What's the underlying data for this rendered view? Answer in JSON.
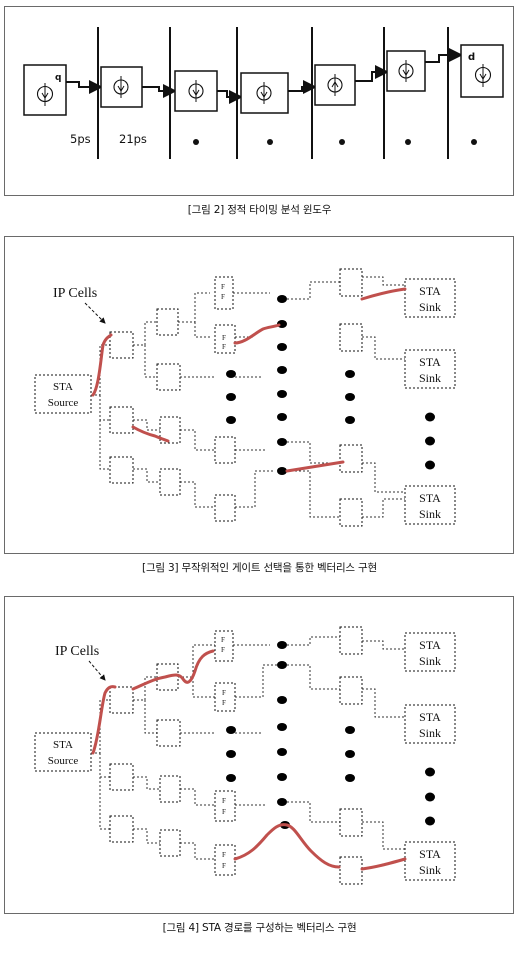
{
  "figure2": {
    "caption": "[그림 2] 정적 타이밍 분석 윈도우",
    "delay_labels": [
      "5ps",
      "21ps"
    ],
    "pin_labels": [
      "q",
      "d"
    ]
  },
  "figure3": {
    "caption": "[그림 3] 무작위적인 게이트 선택을 통한 벡터리스 구현",
    "ip_cells": "IP Cells",
    "source": [
      "STA",
      "Source"
    ],
    "sink": [
      "STA",
      "Sink"
    ],
    "ff": "F"
  },
  "figure4": {
    "caption": "[그림 4] STA 경로를 구성하는 벡터리스 구현",
    "ip_cells": "IP Cells",
    "source": [
      "STA",
      "Source"
    ],
    "sink": [
      "STA",
      "Sink"
    ],
    "ff": "F"
  },
  "colors": {
    "path_highlight": "#c0504d",
    "line": "#111111",
    "dashed": "#555555"
  }
}
